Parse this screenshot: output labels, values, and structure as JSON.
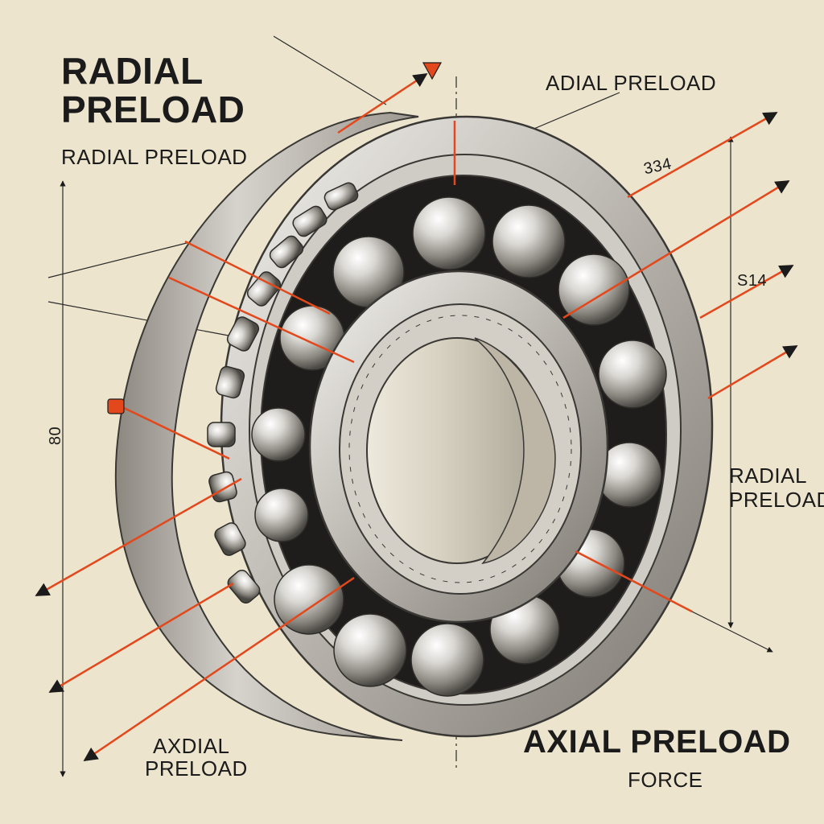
{
  "labels": {
    "title_line1": "RADIAL",
    "title_line2": "PRELOAD",
    "subtitle": "RADIAL PRELOAD",
    "top_right": "ADIAL PRELOAD",
    "right_line1": "RADIAL",
    "right_line2": "PRELOAD",
    "bottom_left_line1": "AXDIAL",
    "bottom_left_line2": "PRELOAD",
    "bottom_right": "AXIAL PRELOAD",
    "bottom_right_sub": "FORCE",
    "dim_top": "334",
    "dim_right": "S14",
    "dim_left": "80"
  },
  "colors": {
    "background": "#ece4cd",
    "ink": "#1b1b1b",
    "arrow_red": "#e3481c",
    "steel_light": "#e9e8e4",
    "steel_mid": "#aeaaa3",
    "steel_dark": "#5d5a55"
  },
  "icons": {
    "arrowheads": "triangle-arrowhead"
  }
}
